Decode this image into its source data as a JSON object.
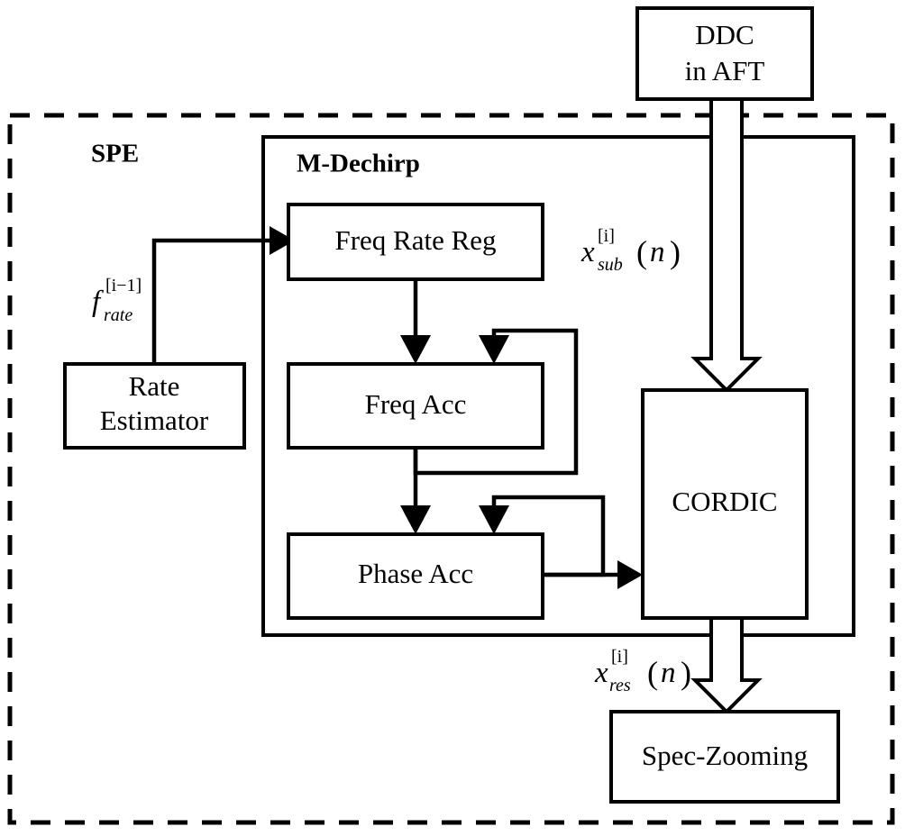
{
  "diagram": {
    "title": "SPE M-Dechirp block diagram",
    "colors": {
      "line": "#000000",
      "fill": "#ffffff",
      "background": "#ffffff"
    },
    "groups": {
      "outer_dashed": {
        "label": "SPE"
      },
      "m_dechirp": {
        "label": "M-Dechirp"
      }
    },
    "blocks": {
      "ddc": {
        "line1": "DDC",
        "line2": "in AFT"
      },
      "rate_estimator": {
        "line1": "Rate",
        "line2": "Estimator"
      },
      "freq_rate_reg": {
        "label": "Freq Rate Reg"
      },
      "freq_acc": {
        "label": "Freq Acc"
      },
      "phase_acc": {
        "label": "Phase Acc"
      },
      "cordic": {
        "label": "CORDIC"
      },
      "spec_zooming": {
        "label": "Spec-Zooming"
      }
    },
    "signals": {
      "f_rate": {
        "base": "f",
        "sub": "rate",
        "sup": "[i−1]"
      },
      "x_sub": {
        "base": "x",
        "sub": "sub",
        "sup": "[i]",
        "arg_open": "(",
        "arg": "n",
        "arg_close": ")"
      },
      "x_res": {
        "base": "x",
        "sub": "res",
        "sup": "[i]",
        "arg_open": "(",
        "arg": "n",
        "arg_close": ")"
      }
    },
    "icons": {
      "solid_arrow": "solid-arrowhead-icon",
      "hollow_arrow": "hollow-arrow-icon"
    }
  }
}
